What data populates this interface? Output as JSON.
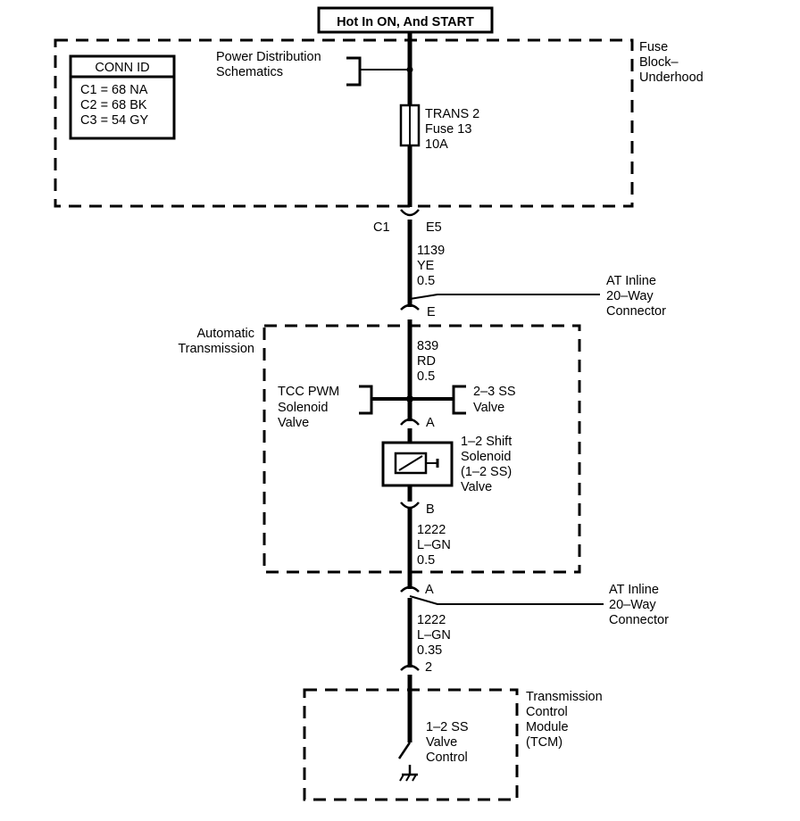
{
  "header": {
    "title": "Hot In ON, And START"
  },
  "conn_id": {
    "title": "CONN ID",
    "rows": [
      "C1 = 68 NA",
      "C2 = 68 BK",
      "C3 = 54 GY"
    ]
  },
  "fuse_block": {
    "label": [
      "Fuse",
      "Block–",
      "Underhood"
    ],
    "power_dist": [
      "Power Distribution",
      "Schematics"
    ],
    "fuse": [
      "TRANS 2",
      "Fuse 13",
      "10A"
    ]
  },
  "connector_c1": {
    "name": "C1",
    "pin": "E5"
  },
  "wire_1139": [
    "1139",
    "YE",
    "0.5"
  ],
  "inline_1": {
    "pin": "E",
    "label": [
      "AT Inline",
      "20–Way",
      "Connector"
    ]
  },
  "auto_trans": {
    "label": [
      "Automatic",
      "Transmission"
    ],
    "wire_839": [
      "839",
      "RD",
      "0.5"
    ],
    "tcc": [
      "TCC PWM",
      "Solenoid",
      "Valve"
    ],
    "ss23": [
      "2–3 SS",
      "Valve"
    ],
    "pin_a": "A",
    "solenoid": [
      "1–2 Shift",
      "Solenoid",
      "(1–2 SS)",
      "Valve"
    ],
    "pin_b": "B",
    "wire_1222a": [
      "1222",
      "L–GN",
      "0.5"
    ]
  },
  "inline_2": {
    "pin": "A",
    "label": [
      "AT Inline",
      "20–Way",
      "Connector"
    ]
  },
  "wire_1222b": [
    "1222",
    "L–GN",
    "0.35"
  ],
  "tcm": {
    "pin": "2",
    "label": [
      "Transmission",
      "Control",
      "Module",
      "(TCM)"
    ],
    "switch": [
      "1–2 SS",
      "Valve",
      "Control"
    ]
  }
}
